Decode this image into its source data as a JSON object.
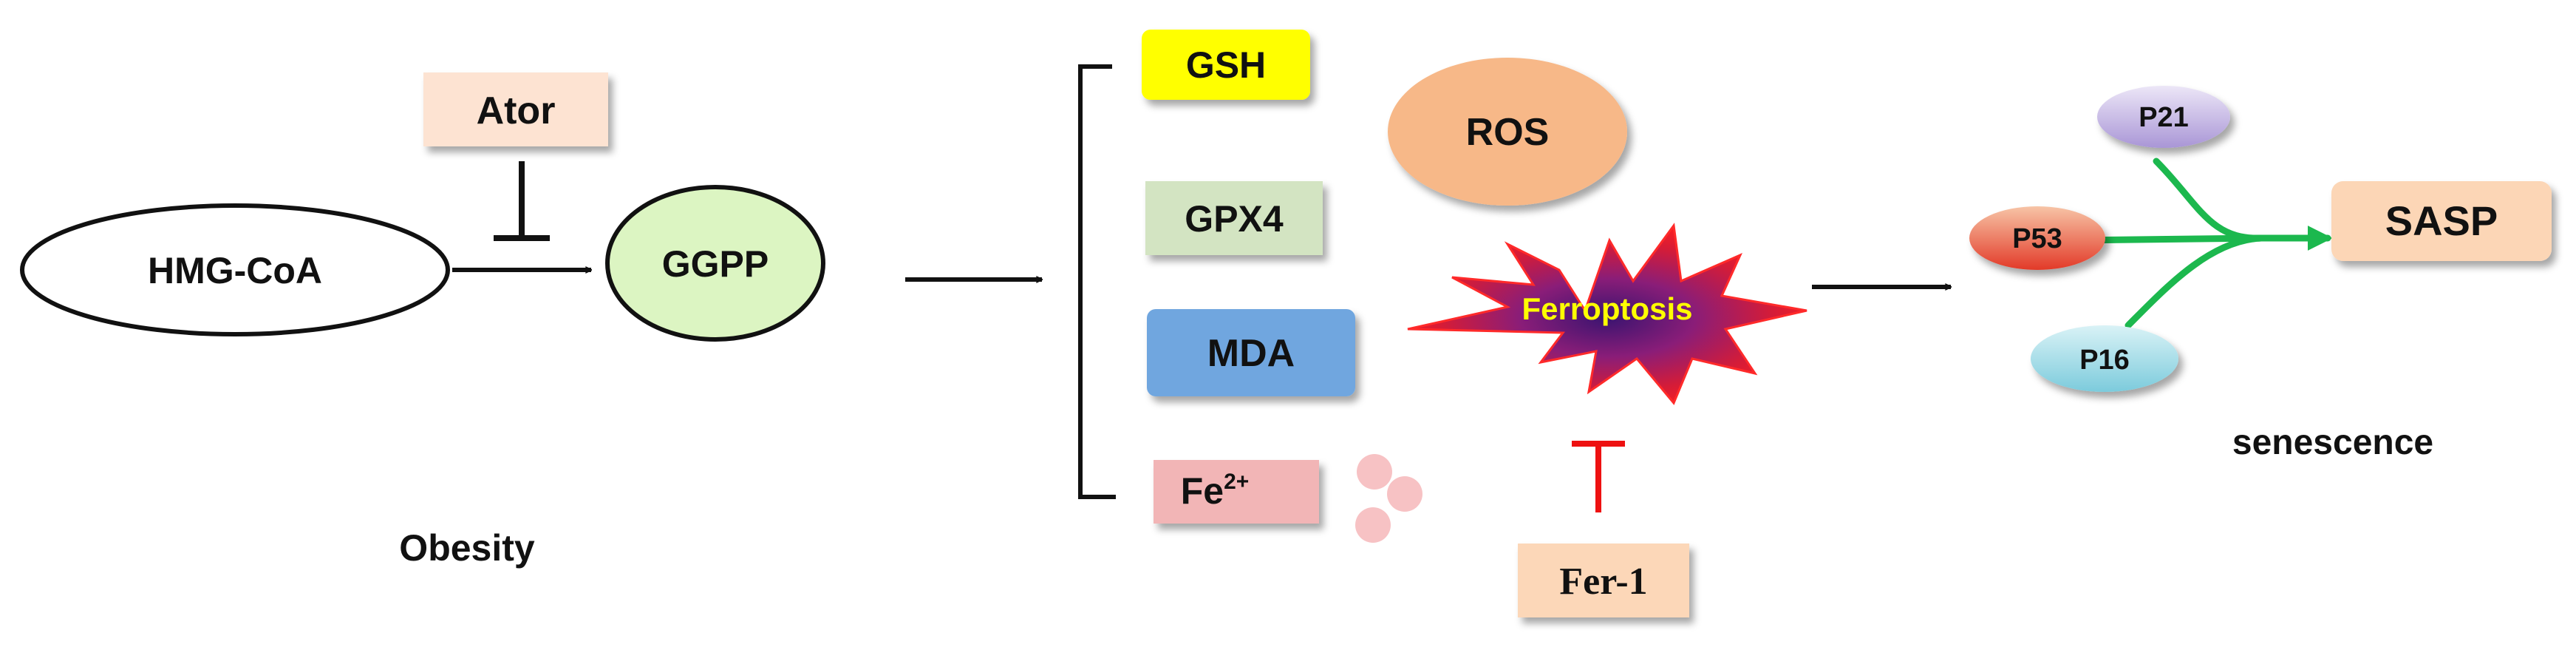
{
  "nodes": {
    "ator": "Ator",
    "hmg_coa": "HMG-CoA",
    "ggpp": "GGPP",
    "obesity": "Obesity",
    "gsh": "GSH",
    "gpx4": "GPX4",
    "mda": "MDA",
    "fe_base": "Fe",
    "fe_charge": "2+",
    "ros": "ROS",
    "ferroptosis": "Ferroptosis",
    "fer1": "Fer-1",
    "p21": "P21",
    "p53": "P53",
    "p16": "P16",
    "sasp": "SASP",
    "senescence": "senescence"
  },
  "colors": {
    "ator_box": "#fde3d2",
    "ggpp_fill": "#dcf5c2",
    "gsh_box": "#ffff00",
    "gpx4_box": "#d3e4c2",
    "mda_box": "#6fa6df",
    "fe_box": "#f2b5b6",
    "ros_fill": "#f7b888",
    "ferroptosis_star": "#e8172b",
    "ferroptosis_text": "#ffff00",
    "fer1_box": "#fcd7b8",
    "inhibit_red": "#ee1111",
    "p21_fill": "#b9a9dc",
    "p53_fill": "#e8583c",
    "p16_fill": "#8ed5e3",
    "sasp_box": "#fcd6b6",
    "converge_green": "#1cb84e",
    "fe_dots": "#f7c2c4"
  }
}
